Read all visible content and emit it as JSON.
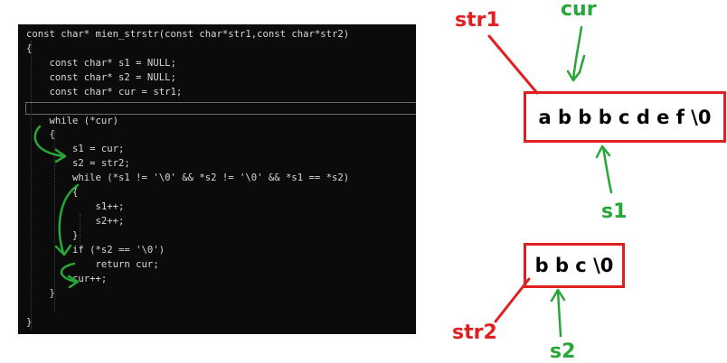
{
  "code": {
    "lines": [
      "const char* mien_strstr(const char*str1,const char*str2)",
      "{",
      "    const char* s1 = NULL;",
      "    const char* s2 = NULL;",
      "    const char* cur = str1;",
      "",
      "    while (*cur)",
      "    {",
      "        s1 = cur;",
      "        s2 = str2;",
      "        while (*s1 != '\\0' && *s2 != '\\0' && *s1 == *s2)",
      "        {",
      "            s1++;",
      "            s2++;",
      "        }",
      "        if (*s2 == '\\0')",
      "            return cur;",
      "        cur++;",
      "    }",
      "",
      "}"
    ]
  },
  "diagram": {
    "str1_text": "a b b b c d e f \\0",
    "str2_text": "b b c \\0",
    "labels": {
      "str1": "str1",
      "cur": "cur",
      "s1": "s1",
      "str2": "str2",
      "s2": "s2"
    }
  },
  "colors": {
    "annotation_red": "#e02020",
    "annotation_green": "#27a737",
    "editor_bg": "#0b0b0b"
  }
}
